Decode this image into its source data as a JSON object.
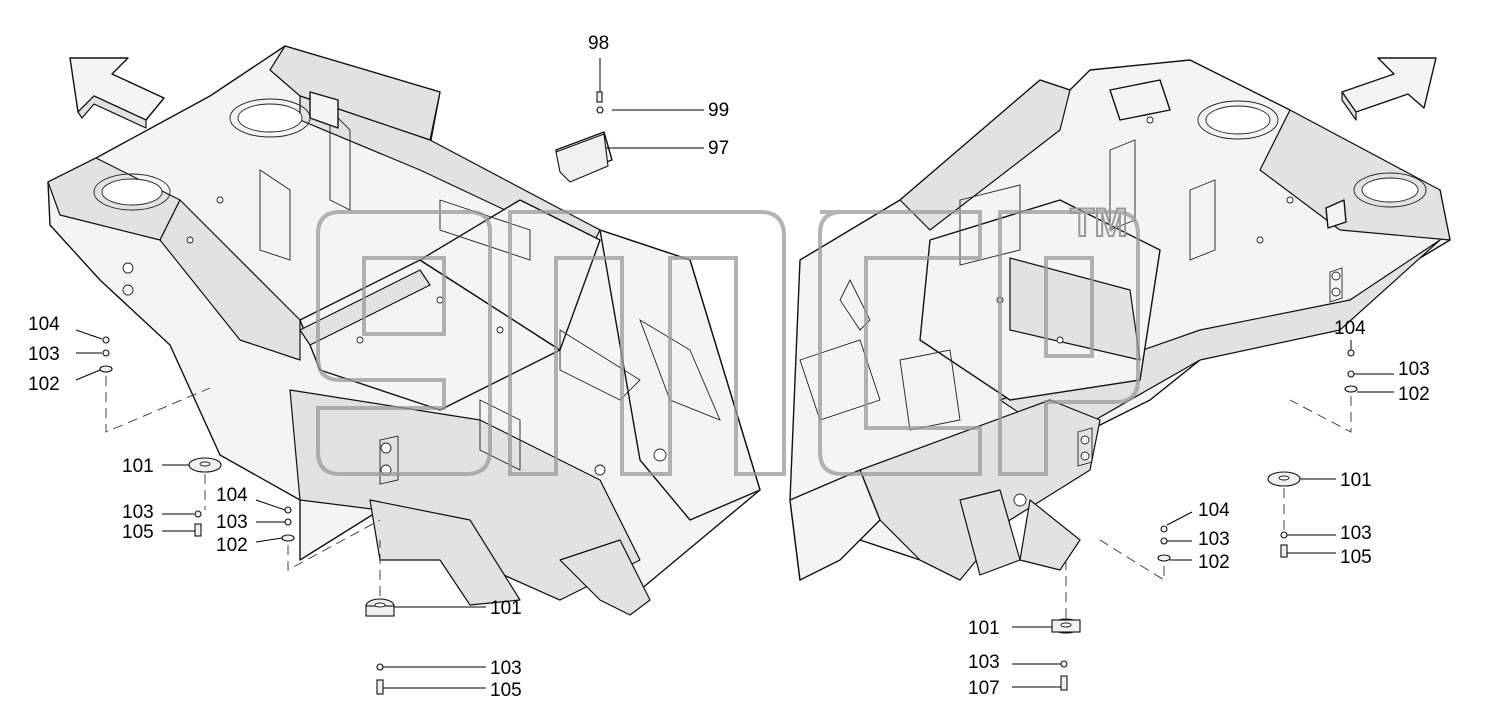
{
  "watermark": {
    "text": "gmc",
    "trademark": "TM"
  },
  "callouts_left": [
    {
      "id": "left-98",
      "label": "98"
    },
    {
      "id": "left-99",
      "label": "99"
    },
    {
      "id": "left-97",
      "label": "97"
    },
    {
      "id": "left-104a",
      "label": "104"
    },
    {
      "id": "left-103a",
      "label": "103"
    },
    {
      "id": "left-102a",
      "label": "102"
    },
    {
      "id": "left-101a",
      "label": "101"
    },
    {
      "id": "left-103b",
      "label": "103"
    },
    {
      "id": "left-105a",
      "label": "105"
    },
    {
      "id": "left-104b",
      "label": "104"
    },
    {
      "id": "left-103c",
      "label": "103"
    },
    {
      "id": "left-102b",
      "label": "102"
    },
    {
      "id": "left-101b",
      "label": "101"
    },
    {
      "id": "left-103d",
      "label": "103"
    },
    {
      "id": "left-105b",
      "label": "105"
    }
  ],
  "callouts_right": [
    {
      "id": "right-104a",
      "label": "104"
    },
    {
      "id": "right-103a",
      "label": "103"
    },
    {
      "id": "right-102a",
      "label": "102"
    },
    {
      "id": "right-101a",
      "label": "101"
    },
    {
      "id": "right-103b",
      "label": "103"
    },
    {
      "id": "right-105a",
      "label": "105"
    },
    {
      "id": "right-104b",
      "label": "104"
    },
    {
      "id": "right-103c",
      "label": "103"
    },
    {
      "id": "right-102b",
      "label": "102"
    },
    {
      "id": "right-101b",
      "label": "101"
    },
    {
      "id": "right-103d",
      "label": "103"
    },
    {
      "id": "right-107",
      "label": "107"
    }
  ]
}
